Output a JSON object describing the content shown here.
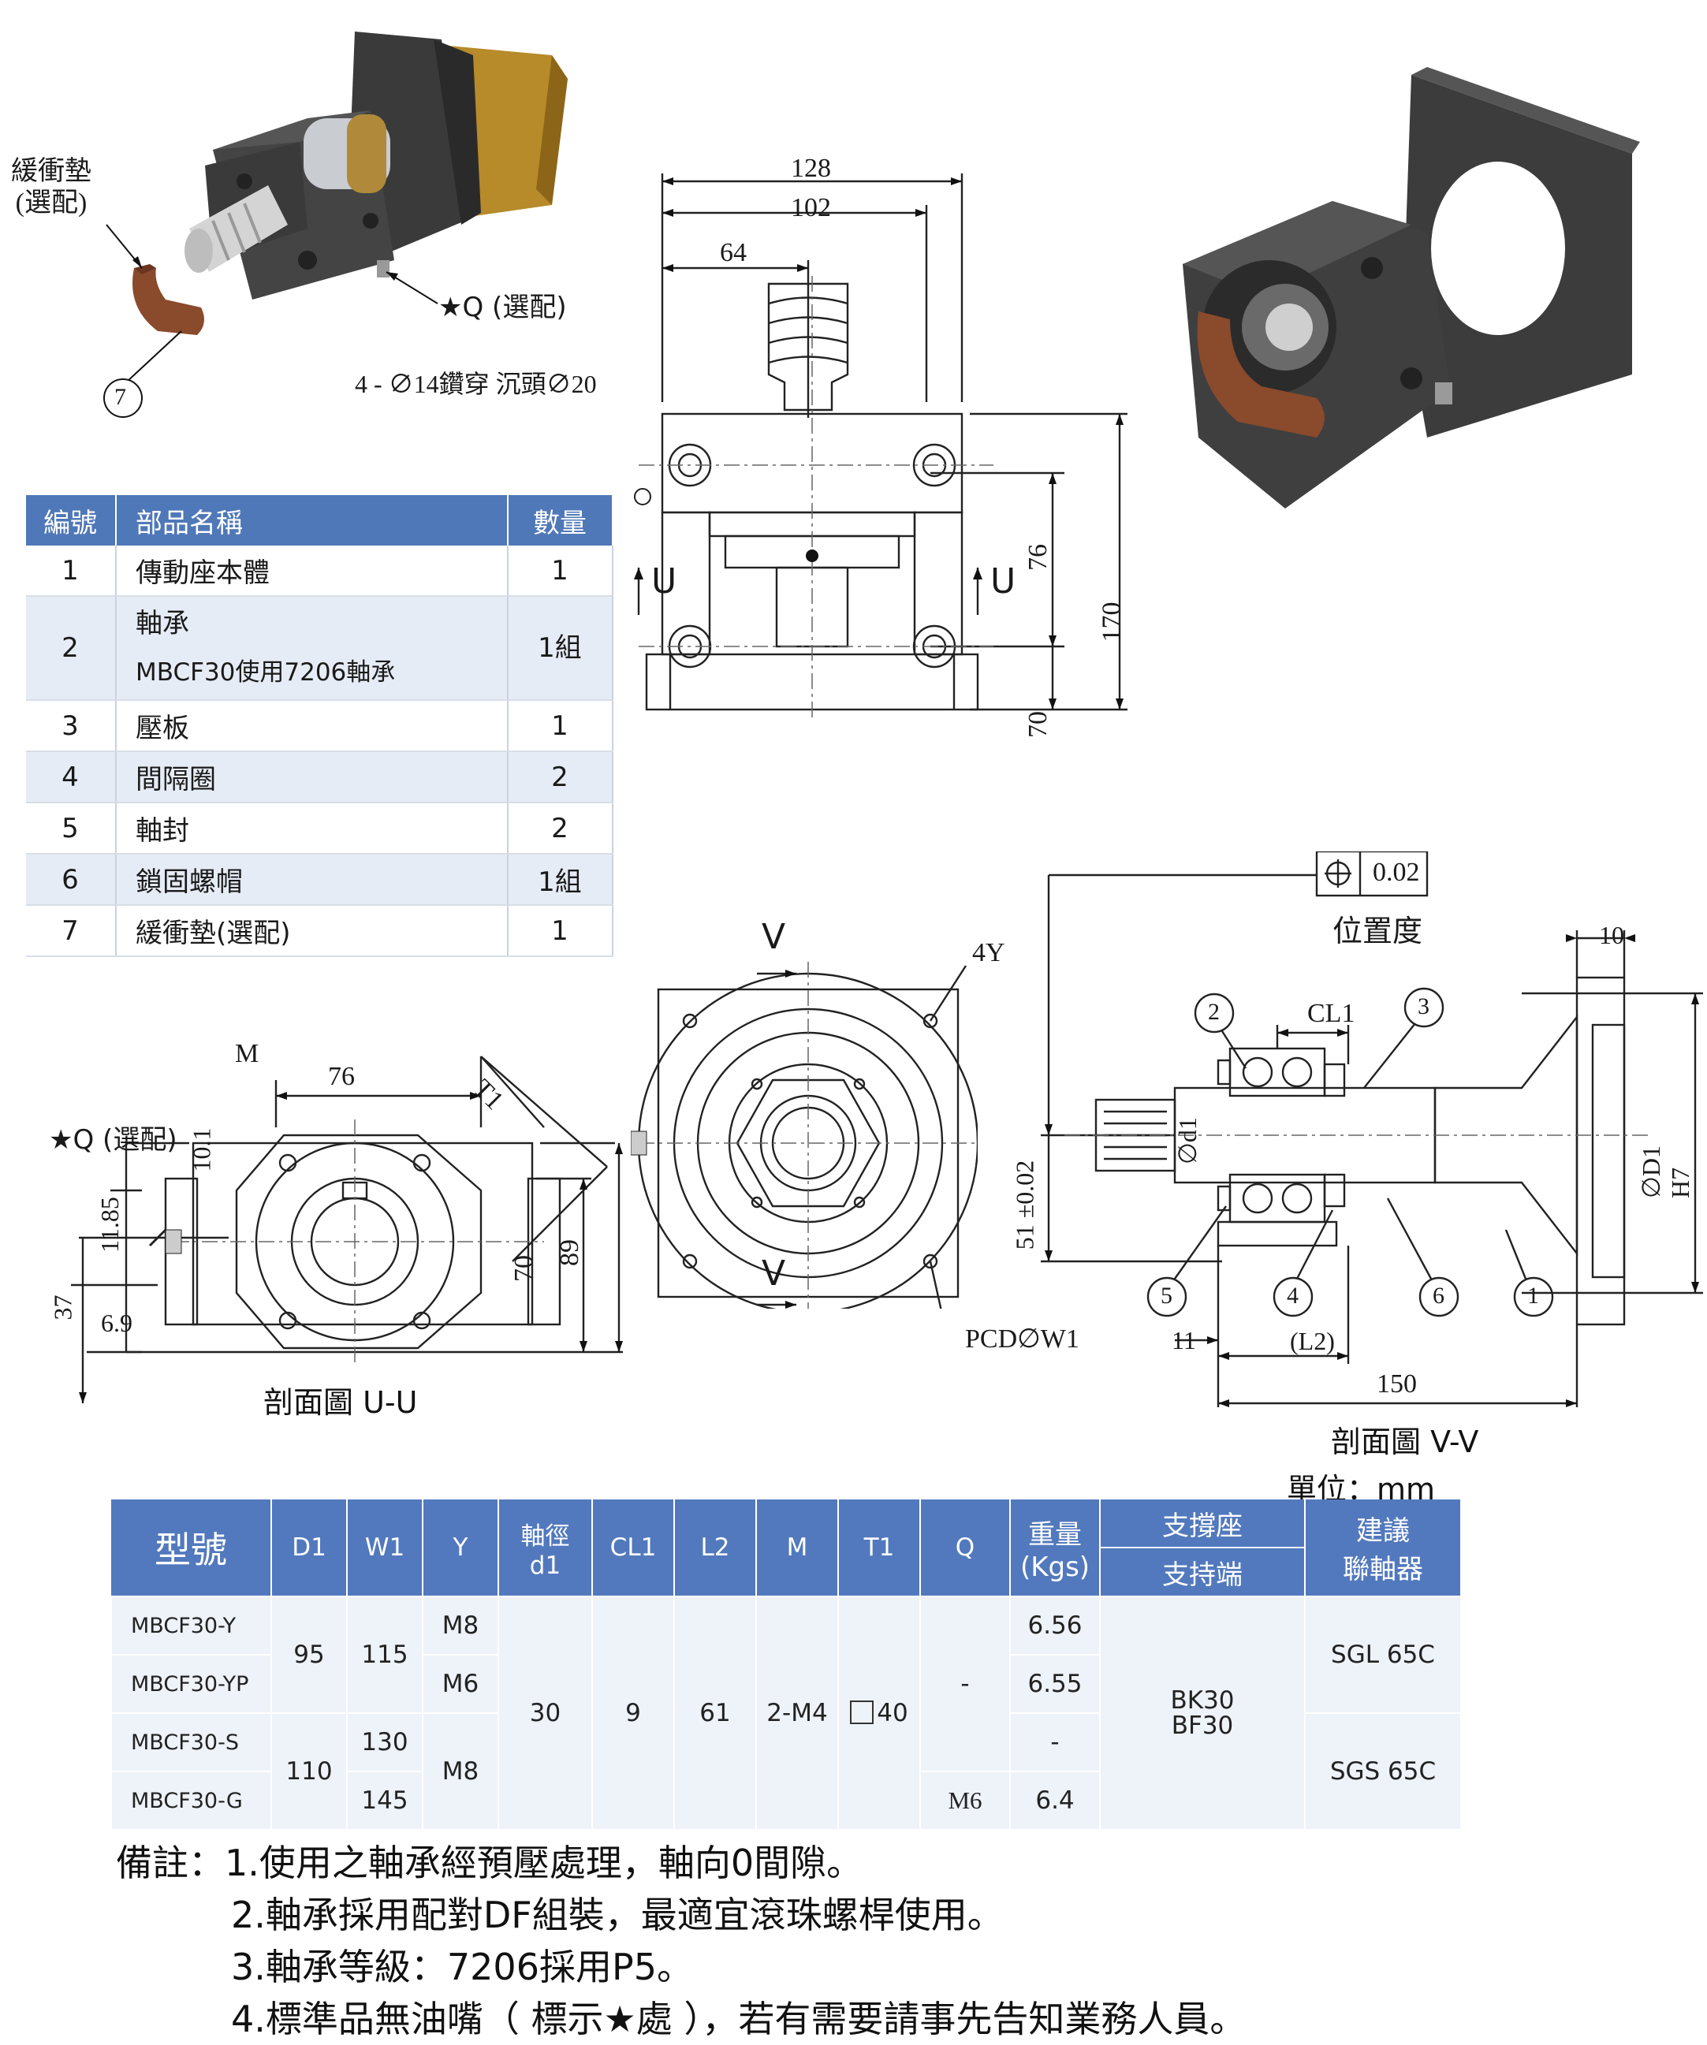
{
  "labels": {
    "cushion_pad": "緩衝墊",
    "cushion_optional": "(選配)",
    "q_optional": "★Q (選配)",
    "q_optional_left": "★Q (選配)",
    "hole_note": "4 - ∅14鑽穿 沉頭∅20",
    "part7": "7",
    "section_uu": "剖面圖 U-U",
    "section_vv": "剖面圖 V-V",
    "unit": "單位：mm",
    "position_tolerance": "位置度",
    "tolerance_value": "0.02",
    "pcd": "PCD∅W1",
    "four_y": "4Y"
  },
  "dims_top": {
    "d128": "128",
    "d102": "102",
    "d64": "64",
    "d76": "76",
    "d70": "70",
    "d170": "170",
    "u": "U"
  },
  "dims_uu": {
    "m": "M",
    "d76": "76",
    "t1": "T1",
    "d10_1": "10.1",
    "d11_85": "11.85",
    "d37": "37",
    "d6_9": "6.9",
    "d70": "70",
    "d89": "89"
  },
  "dims_front": {
    "v": "V"
  },
  "dims_vv": {
    "cl1": "CL1",
    "d10": "10",
    "d1": "∅d1",
    "d51": "51 ±0.02",
    "dD1": "∅D1 H7",
    "d11": "11",
    "l2": "(L2)",
    "d150": "150",
    "b1": "1",
    "b2": "2",
    "b3": "3",
    "b4": "4",
    "b5": "5",
    "b6": "6"
  },
  "parts_table": {
    "headers": [
      "編號",
      "部品名稱",
      "數量"
    ],
    "rows": [
      {
        "no": "1",
        "name": "傳動座本體",
        "name2": "",
        "qty": "1"
      },
      {
        "no": "2",
        "name": "軸承",
        "name2": "MBCF30使用7206軸承",
        "qty": "1組"
      },
      {
        "no": "3",
        "name": "壓板",
        "name2": "",
        "qty": "1"
      },
      {
        "no": "4",
        "name": "間隔圈",
        "name2": "",
        "qty": "2"
      },
      {
        "no": "5",
        "name": "軸封",
        "name2": "",
        "qty": "2"
      },
      {
        "no": "6",
        "name": "鎖固螺帽",
        "name2": "",
        "qty": "1組"
      },
      {
        "no": "7",
        "name": "緩衝墊(選配)",
        "name2": "",
        "qty": "1"
      }
    ]
  },
  "spec_table": {
    "h_model": "型號",
    "h_d1": "D1",
    "h_w1": "W1",
    "h_y": "Y",
    "h_shaft1": "軸徑",
    "h_shaft2": "d1",
    "h_cl1": "CL1",
    "h_l2": "L2",
    "h_m": "M",
    "h_t1": "T1",
    "h_q": "Q",
    "h_weight1": "重量",
    "h_weight2": "(Kgs)",
    "h_support1": "支撐座",
    "h_support2": "支持端",
    "h_coupling1": "建議",
    "h_coupling2": "聯軸器",
    "models": [
      "MBCF30-Y",
      "MBCF30-YP",
      "MBCF30-S",
      "MBCF30-G"
    ],
    "d1_a": "95",
    "d1_b": "110",
    "w1": [
      "115",
      "130",
      "145"
    ],
    "y_a": "M8",
    "y_b": "M6",
    "y_c": "M8",
    "shaft": "30",
    "cl1": "9",
    "l2": "61",
    "m": "2-M4",
    "t1": "40",
    "q_a": "-",
    "q_b": "M6",
    "weights": [
      "6.56",
      "6.55",
      "-",
      "6.4"
    ],
    "support": "BK30\nBF30",
    "coupling_a": "SGL 65C",
    "coupling_b": "SGS 65C"
  },
  "notes": {
    "prefix": "備註：",
    "n1": "1.使用之軸承經預壓處理，軸向0間隙。",
    "n2": "2.軸承採用配對DF組裝，最適宜滾珠螺桿使用。",
    "n3": "3.軸承等級：7206採用P5。",
    "n4": "4.標準品無油嘴（ 標示★處 ），若有需要請事先告知業務人員。"
  },
  "colors": {
    "header_blue": "#4f78b8",
    "row_alt": "#e6ecf6",
    "body_dark": "#3b3b3b",
    "gold": "#b78a2a",
    "cushion": "#8a4a2c"
  }
}
